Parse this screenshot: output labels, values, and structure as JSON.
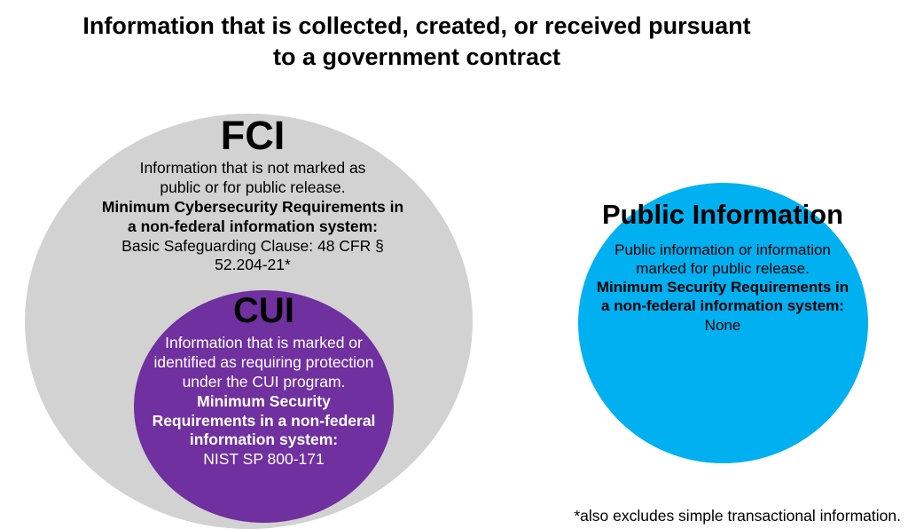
{
  "title": "Information that is collected, created, or received pursuant to a government contract",
  "colors": {
    "gray_ellipse": "#d2d2d2",
    "purple_circle": "#7030a0",
    "blue_circle": "#00b0f0",
    "cui_body_text": "#ffffff",
    "text": "#000000"
  },
  "fci": {
    "heading": "FCI",
    "description": "Information that is not marked as public or for public release.",
    "requirements_label": "Minimum Cybersecurity Requirements in a non-federal information system:",
    "requirements_value": "Basic Safeguarding Clause: 48 CFR § 52.204-21*"
  },
  "cui": {
    "heading": "CUI",
    "description": "Information that is marked or identified as requiring protection under the CUI program.",
    "requirements_label": "Minimum Security Requirements in a non-federal information system:",
    "requirements_value": "NIST SP 800-171"
  },
  "public_information": {
    "heading": "Public Information",
    "description": "Public information or information marked for public release.",
    "requirements_label": "Minimum Security Requirements in a non-federal information system:",
    "requirements_value": " None"
  },
  "footnote": "*also excludes simple transactional information."
}
